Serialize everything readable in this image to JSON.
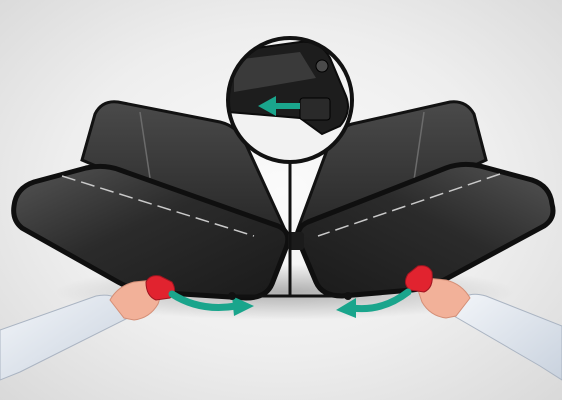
{
  "image": {
    "description_hidden": "",
    "colors": {
      "mesh": "#2e2e2e",
      "frame": "#151515",
      "handle": "#e1232f",
      "arrow": "#1aa58c",
      "sleeve": "#dfe6ef",
      "skin": "#f2b199",
      "callout": "#111111"
    },
    "icons": {
      "left-panel": "wind-deflector-left",
      "right-panel": "wind-deflector-right",
      "detail": "magnified-latch-detail",
      "arrow-left": "curved-arrow-inward",
      "arrow-right": "curved-arrow-inward",
      "detail-arrow": "arrow-left"
    }
  }
}
